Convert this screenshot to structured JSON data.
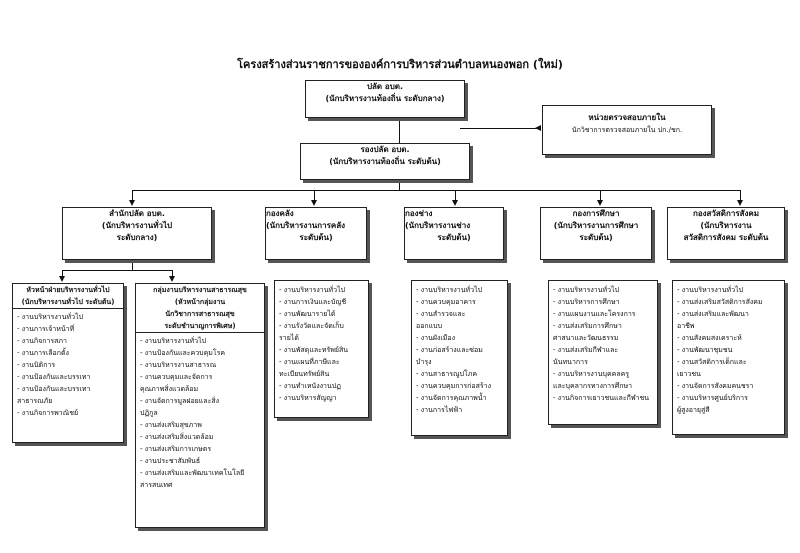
{
  "title": "โครงสร้างส่วนราชการขององค์การบริหารส่วนตำบลหนองพอก (ใหม่)",
  "top": {
    "line1": "ปลัด อบต.",
    "line2": "(นักบริหารงานท้องถิ่น ระดับกลาง)"
  },
  "deputy": {
    "line1": "รองปลัด อบต.",
    "line2": "(นักบริหารงานท้องถิ่น ระดับต้น)"
  },
  "audit": {
    "line1": "หน่วยตรวจสอบภายใน",
    "line2": "นักวิชาการตรวจสอบภายใน ปก./ชก."
  },
  "office": {
    "line1": "สำนักปลัด อบต.",
    "line2": "(นักบริหารงานทั่วไป",
    "line3": "ระดับกลาง)"
  },
  "finance": {
    "line1": "กองคลัง",
    "line2": "(นักบริหารงานการคลัง",
    "line3": "ระดับต้น)",
    "items": [
      "- งานบริหารงานทั่วไป",
      "- งานการเงินและบัญชี",
      "- งานพัฒนารายได้",
      "- งานรังวัดและจัดเก็บ",
      "รายได้",
      "- งานพัสดุและทรัพย์สิน",
      "- งานแผนที่ภาษีและ",
      "ทะเบียนทรัพย์สิน",
      "- งานทำเหนังงานปฏ",
      "- งานบริหารสัญญา"
    ]
  },
  "works": {
    "line1": "กองช่าง",
    "line2": "(นักบริหารงานช่าง",
    "line3": "ระดับต้น)",
    "items": [
      "- งานบริหารงานทั่วไป",
      "- งานควบคุมอาคาร",
      "- งานสำรวจและ",
      "ออกแบบ",
      "- งานผังเมือง",
      "- งานก่อสร้างและซ่อม",
      "บำรุง",
      "- งานสาธารณูปโภค",
      "- งานควบคุมการก่อสร้าง",
      "- งานจัดการคุณภาพน้ำ",
      "- งานการไฟฟ้า"
    ]
  },
  "education": {
    "line1": "กองการศึกษา",
    "line2": "(นักบริหารงานการศึกษา",
    "line3": "ระดับต้น)",
    "items": [
      "- งานบริหารงานทั่วไป",
      "- งานบริหารการศึกษา",
      "- งานแผนงานและโครงการ",
      "- งานส่งเสริมการศึกษา",
      "ศาสนาและวัฒนธรรม",
      "- งานส่งเสริมกีฬาและ",
      "นันทนาการ",
      "- งานบริหารงานบุคคลครู",
      "และบุคลากรทางการศึกษา",
      "- งานกิจการเยาวชนและกีฬาชน"
    ]
  },
  "welfare": {
    "line1": "กองสวัสดิการสังคม",
    "line2": "(นักบริหารงาน",
    "line3": "สวัสดิการสังคม ระดับต้น",
    "items": [
      "- งานบริหารงานทั่วไป",
      "- งานส่งเสริมสวัสดิการสังคม",
      "- งานส่งเสริมและพัฒนา",
      "อาชีพ",
      "- งานสังคมสงเคราะห์",
      "- งานพัฒนาชุมชน",
      "- งานสวัสดิการเด็กและ",
      "เยาวชน",
      "- งานจัดการสังคมคนชรา",
      "- งานบริหารศูนย์บริการ",
      "ผู้สูงอายุสู่สี"
    ]
  },
  "admin": {
    "line1": "หัวหน้าฝ่ายบริหารงานทั่วไป",
    "line2": "(นักบริหารงานทั่วไป ระดับต้น)",
    "items": [
      "- งานบริหารงานทั่วไป",
      "- งานการเจ้าหน้าที่",
      "- งานกิจการสภา",
      "- งานการเลือกตั้ง",
      "- งานนิติการ",
      "- งานป้องกันและบรรเทา",
      "- งานป้องกันและบรรเทา",
      "สาธารณภัย",
      "- งานกิจการพาณิชย์"
    ]
  },
  "health": {
    "line1": "กลุ่มงานบริหารงานสาธารณสุข",
    "line2": "(หัวหน้ากลุ่มงาน",
    "line3": "นักวิชาการสาธารณสุข",
    "line4": "ระดับชำนาญการพิเศษ)",
    "items": [
      "- งานบริหารงานทั่วไป",
      "- งานป้องกันและควบคุมโรค",
      "- งานบริหารงานสาธารณ",
      "- งานควบคุมและจัดการ",
      "คุณภาพสิ่งแวดล้อม",
      "- งานจัดการมูลฝอยและสิ่ง",
      "ปฏิกูล",
      "- งานส่งเสริมสุขภาพ",
      "- งานส่งเสริมสิ่งแวดล้อม",
      "- งานส่งเสริมการเกษตร",
      "- งานประชาสัมพันธ์",
      "- งานส่งเสริมและพัฒนาเทคโนโลยี",
      "สารสนเทศ"
    ]
  }
}
